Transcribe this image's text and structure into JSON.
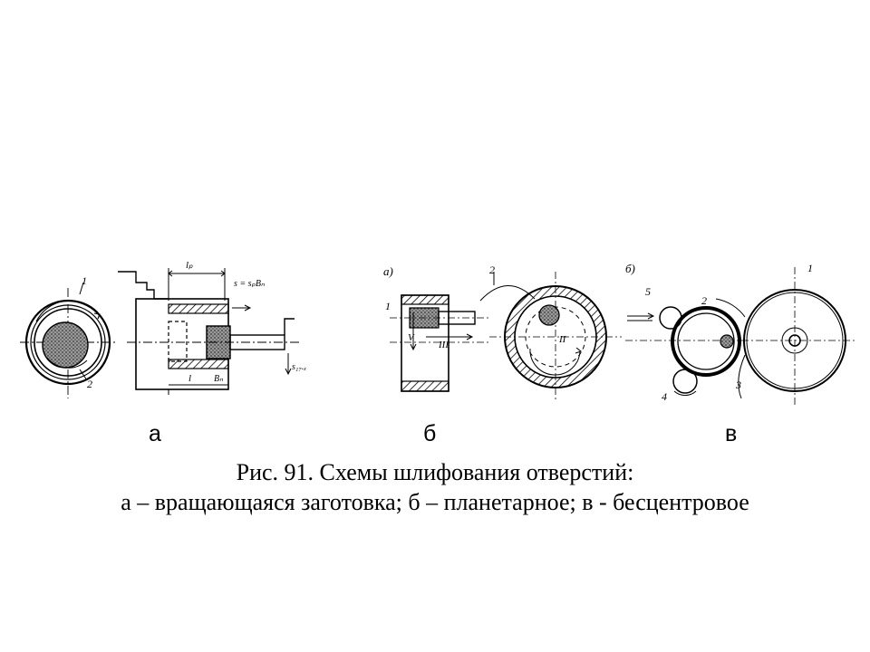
{
  "figure": {
    "panels": [
      {
        "label": "а",
        "subtitle": "",
        "callouts": [
          "1",
          "2"
        ]
      },
      {
        "label": "б",
        "subtitle": "a)",
        "callouts": [
          "1",
          "2",
          "V",
          "III",
          "II"
        ]
      },
      {
        "label": "в",
        "subtitle": "б)",
        "callouts": [
          "1",
          "2",
          "3",
          "4",
          "5"
        ]
      }
    ],
    "annotations": {
      "dim_top": "lₚ",
      "feed_formula": "s = sₚBₙ",
      "dim_bottom_l": "l",
      "dim_bottom_b": "Bₙ",
      "feed_radial": "s₁₇.ₓ"
    },
    "caption_line1": "Рис. 91. Схемы шлифования отверстий:",
    "caption_line2": "а – вращающаяся заготовка; б – планетарное; в - бесцентровое"
  },
  "colors": {
    "ink": "#000000",
    "background": "#ffffff",
    "stipple": "#6b6b6b"
  }
}
